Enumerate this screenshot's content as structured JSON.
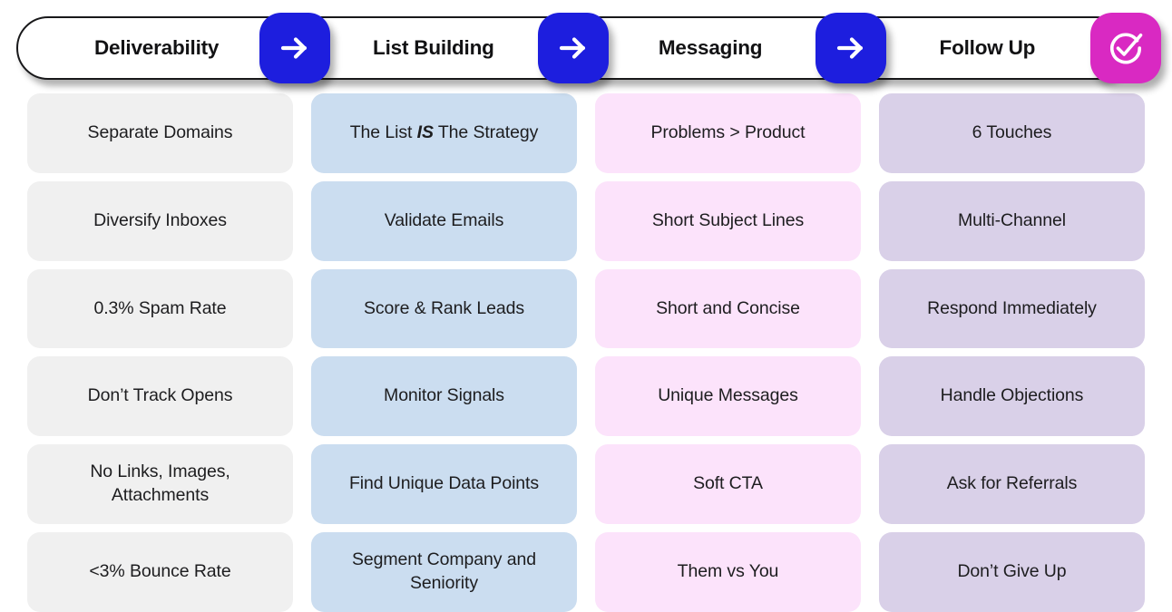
{
  "header": {
    "stages": [
      {
        "label": "Deliverability"
      },
      {
        "label": "List Building"
      },
      {
        "label": "Messaging"
      },
      {
        "label": "Follow Up"
      }
    ],
    "connectors": [
      {
        "icon": "arrow-right-icon"
      },
      {
        "icon": "arrow-right-icon"
      },
      {
        "icon": "arrow-right-icon"
      }
    ],
    "end_badge": {
      "icon": "check-circle-icon"
    }
  },
  "colors": {
    "arrow_badge": "#1d1ede",
    "check_badge": "#d929c2",
    "column_0_card": "#f0f0f0",
    "column_1_card": "#cbddf0",
    "column_2_card": "#fce3fb",
    "column_3_card": "#d9d0e8",
    "text": "#1d1d1f",
    "header_border": "#18181a",
    "background": "#ffffff"
  },
  "columns": [
    {
      "stage": "Deliverability",
      "cards": [
        {
          "text": "Separate Domains"
        },
        {
          "text": "Diversify Inboxes"
        },
        {
          "text": "0.3% Spam Rate"
        },
        {
          "text": "Don’t Track Opens"
        },
        {
          "text": "No Links, Images, Attachments"
        },
        {
          "text": "<3% Bounce Rate"
        }
      ]
    },
    {
      "stage": "List Building",
      "cards": [
        {
          "text": "The List IS The Strategy",
          "before": "The List ",
          "emphasis": "IS",
          "after": " The Strategy"
        },
        {
          "text": "Validate Emails"
        },
        {
          "text": "Score & Rank Leads"
        },
        {
          "text": "Monitor Signals"
        },
        {
          "text": "Find Unique Data Points"
        },
        {
          "text": "Segment Company and Seniority"
        }
      ]
    },
    {
      "stage": "Messaging",
      "cards": [
        {
          "text": "Problems > Product"
        },
        {
          "text": "Short Subject Lines"
        },
        {
          "text": "Short and Concise"
        },
        {
          "text": "Unique Messages"
        },
        {
          "text": "Soft CTA"
        },
        {
          "text": "Them vs You"
        }
      ]
    },
    {
      "stage": "Follow Up",
      "cards": [
        {
          "text": "6 Touches"
        },
        {
          "text": "Multi-Channel"
        },
        {
          "text": "Respond Immediately"
        },
        {
          "text": "Handle Objections"
        },
        {
          "text": "Ask for Referrals"
        },
        {
          "text": "Don’t Give Up"
        }
      ]
    }
  ]
}
